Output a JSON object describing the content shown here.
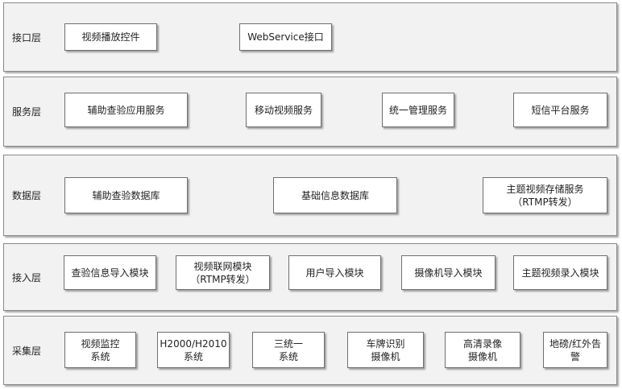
{
  "layers": [
    {
      "label": "接口层",
      "components": [
        {
          "lines": [
            "视频播放控件"
          ]
        },
        {
          "lines": [
            "WebService接口"
          ]
        }
      ]
    },
    {
      "label": "服务层",
      "components": [
        {
          "lines": [
            "辅助查验应用服务"
          ]
        },
        {
          "lines": [
            "移动视频服务"
          ]
        },
        {
          "lines": [
            "统一管理服务"
          ]
        },
        {
          "lines": [
            "短信平台服务"
          ]
        }
      ]
    },
    {
      "label": "数据层",
      "components": [
        {
          "lines": [
            "辅助查验数据库"
          ]
        },
        {
          "lines": [
            "基础信息数据库"
          ]
        },
        {
          "lines": [
            "主题视频存储服务",
            "（RTMP转发）"
          ]
        }
      ]
    },
    {
      "label": "接入层",
      "components": [
        {
          "lines": [
            "查验信息导入模块"
          ]
        },
        {
          "lines": [
            "视频联网模块",
            "（RTMP转发）"
          ]
        },
        {
          "lines": [
            "用户导入模块"
          ]
        },
        {
          "lines": [
            "摄像机导入模块"
          ]
        },
        {
          "lines": [
            "主题视频录入模块"
          ]
        }
      ]
    },
    {
      "label": "采集层",
      "components": [
        {
          "lines": [
            "视频监控",
            "系统"
          ]
        },
        {
          "lines": [
            "H2000/H2010",
            "系统"
          ]
        },
        {
          "lines": [
            "三统一",
            "系统"
          ]
        },
        {
          "lines": [
            "车牌识别",
            "摄像机"
          ]
        },
        {
          "lines": [
            "高清录像",
            "摄像机"
          ]
        },
        {
          "lines": [
            "地磅/红外告",
            "警"
          ]
        }
      ]
    }
  ]
}
